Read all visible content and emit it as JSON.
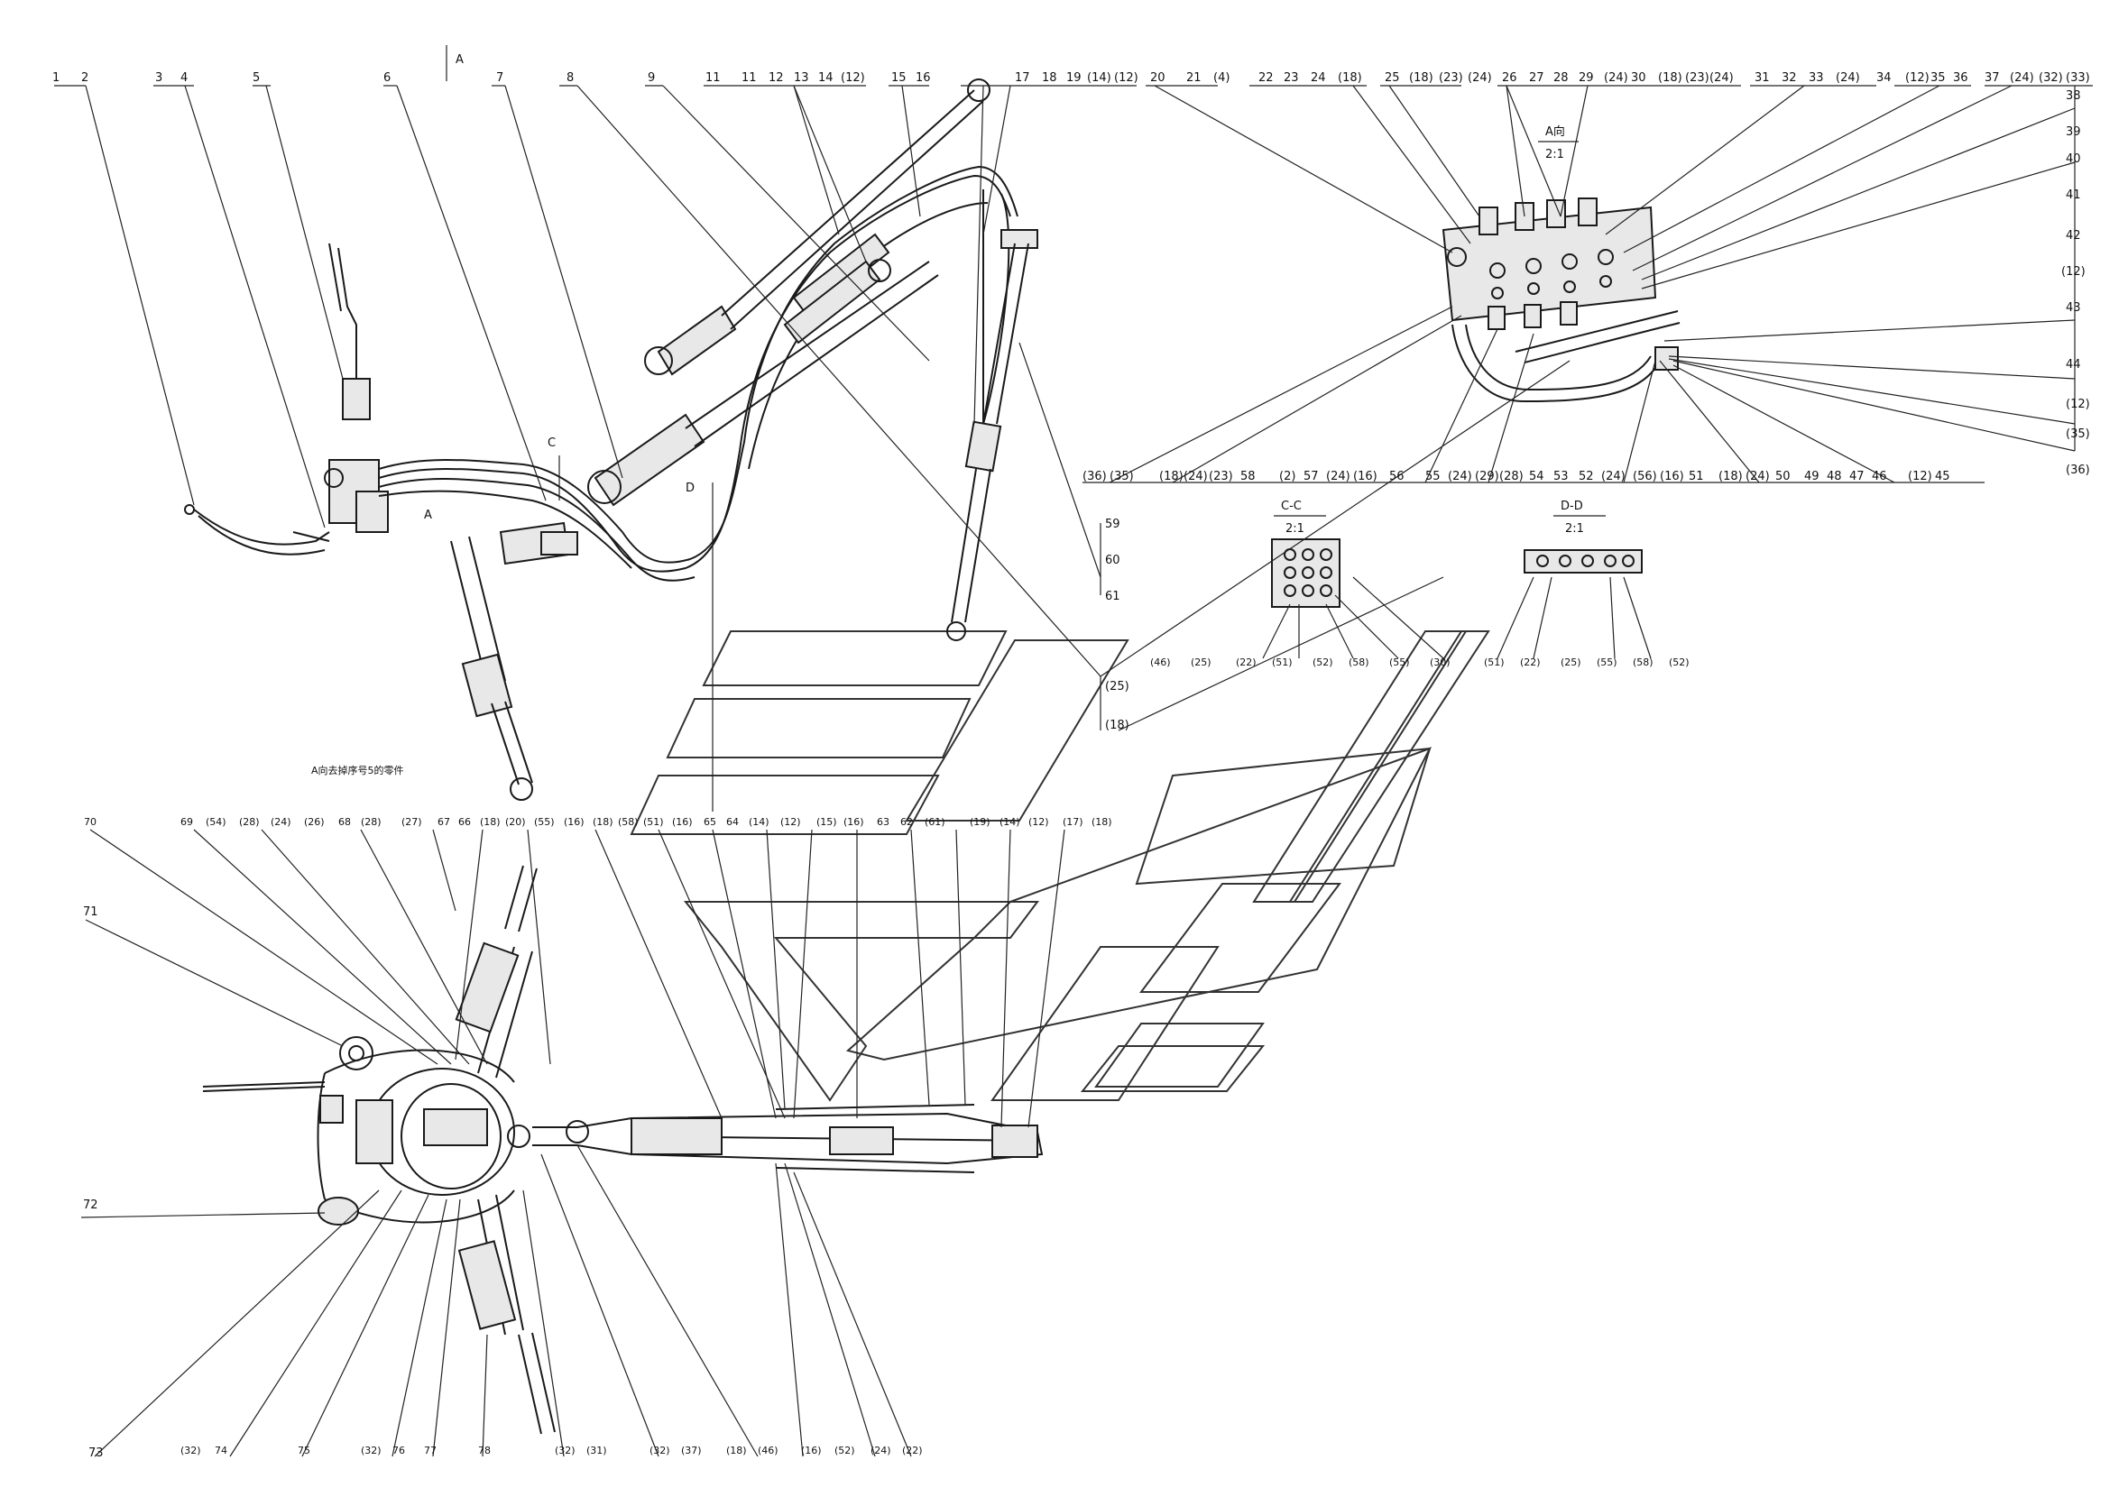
{
  "view_markers": {
    "a_top": "A",
    "c_mark": "C",
    "d_mark": "D",
    "a_mark": "A"
  },
  "detail_views": {
    "a": {
      "title": "A向",
      "scale": "2:1"
    },
    "cc": {
      "title": "C-C",
      "scale": "2:1"
    },
    "dd": {
      "title": "D-D",
      "scale": "2:1"
    }
  },
  "note": "A向去掉序号5的零件",
  "top_labels": [
    "1",
    "2",
    "3",
    "4",
    "5",
    "6",
    "7",
    "8",
    "9",
    "11",
    "11",
    "12",
    "13",
    "14",
    "(12)",
    "15",
    "16",
    "17",
    "18",
    "19",
    "(14)",
    "(12)",
    "20",
    "21",
    "(4)",
    "22",
    "23",
    "24",
    "(18)",
    "25",
    "(18)",
    "(23)",
    "(24)",
    "26",
    "27",
    "28",
    "29",
    "(24)",
    "30",
    "(18)",
    "(23)",
    "(24)",
    "31",
    "32",
    "33",
    "(24)",
    "34",
    "(12)",
    "35",
    "36",
    "37",
    "(24)",
    "(32)",
    "(33)"
  ],
  "right_labels": [
    "38",
    "39",
    "40",
    "41",
    "42",
    "(12)",
    "43",
    "44",
    "(12)",
    "(35)",
    "(36)"
  ],
  "valve_bottom_labels": [
    "(36)",
    "(35)",
    "(18)",
    "(24)",
    "(23)",
    "58",
    "(2)",
    "57",
    "(24)",
    "(16)",
    "56",
    "55",
    "(24)",
    "(29)",
    "(28)",
    "54",
    "53",
    "52",
    "(24)",
    "(56)",
    "(16)",
    "51",
    "(18)",
    "(24)",
    "50",
    "49",
    "48",
    "47",
    "46",
    "(12)",
    "45"
  ],
  "mid_labels": [
    "59",
    "60",
    "61"
  ],
  "cc_labels": [
    "(46)",
    "(25)",
    "(22)",
    "(51)",
    "(52)",
    "(58)",
    "(55)",
    "(30)"
  ],
  "dd_labels": [
    "(51)",
    "(22)",
    "(25)",
    "(55)",
    "(58)",
    "(52)"
  ],
  "stack_labels": [
    "(25)",
    "(18)"
  ],
  "lower_row_labels": [
    "70",
    "69",
    "(54)",
    "(28)",
    "(24)",
    "(26)",
    "68",
    "(28)",
    "(27)",
    "67",
    "66",
    "(18)",
    "(20)",
    "(55)",
    "(16)",
    "(18)",
    "(58)",
    "(51)",
    "(16)",
    "65",
    "64",
    "(14)",
    "(12)",
    "(15)",
    "(16)",
    "63",
    "62",
    "(61)",
    "(19)",
    "(14)",
    "(12)",
    "(17)",
    "(18)"
  ],
  "left_labels": [
    "71",
    "72",
    "73"
  ],
  "bottom_labels": [
    "(32)",
    "74",
    "75",
    "(32)",
    "76",
    "77",
    "78",
    "(32)",
    "(31)",
    "(32)",
    "(37)",
    "(18)",
    "(46)",
    "(16)",
    "(52)",
    "(24)",
    "(22)"
  ],
  "colors": {
    "line": "#1a1a1a",
    "fill": "#e8e8e8",
    "background": "#ffffff"
  }
}
